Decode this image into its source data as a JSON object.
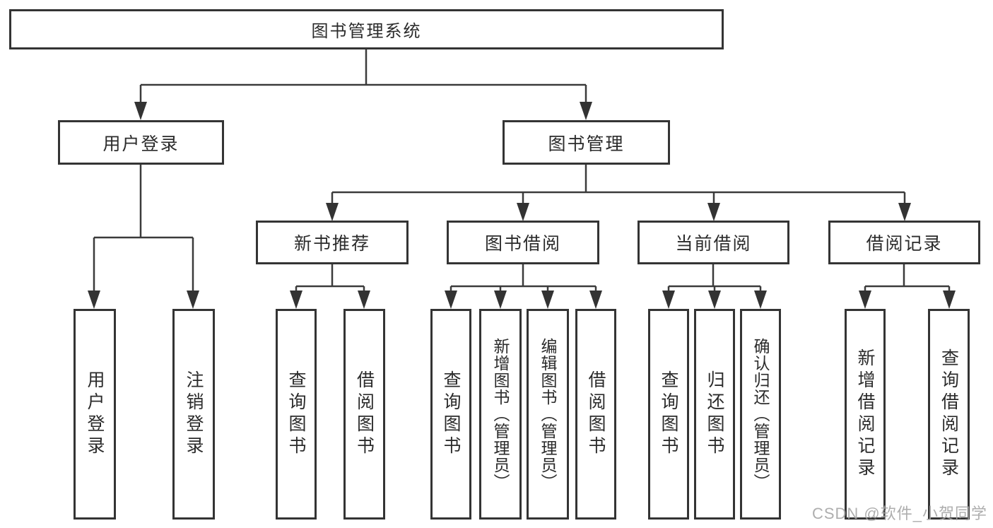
{
  "diagram": {
    "root": "图书管理系统",
    "user_login": {
      "label": "用户登录",
      "children": [
        "用户登录",
        "注销登录"
      ]
    },
    "book_mgmt": {
      "label": "图书管理",
      "sections": [
        {
          "label": "新书推荐",
          "children": [
            "查询图书",
            "借阅图书"
          ]
        },
        {
          "label": "图书借阅",
          "children": [
            "查询图书",
            "新增图书（管理员）",
            "编辑图书（管理员）",
            "借阅图书"
          ]
        },
        {
          "label": "当前借阅",
          "children": [
            "查询图书",
            "归还图书",
            "确认归还（管理员）"
          ]
        },
        {
          "label": "借阅记录",
          "children": [
            "新增借阅记录",
            "查询借阅记录"
          ]
        }
      ]
    }
  },
  "watermark": "CSDN @软件_小贺同学",
  "colors": {
    "line": "#3b3b3b",
    "border": "#343434",
    "text": "#2b2b2b",
    "watermark": "#a5a5a5",
    "background": "#ffffff"
  }
}
